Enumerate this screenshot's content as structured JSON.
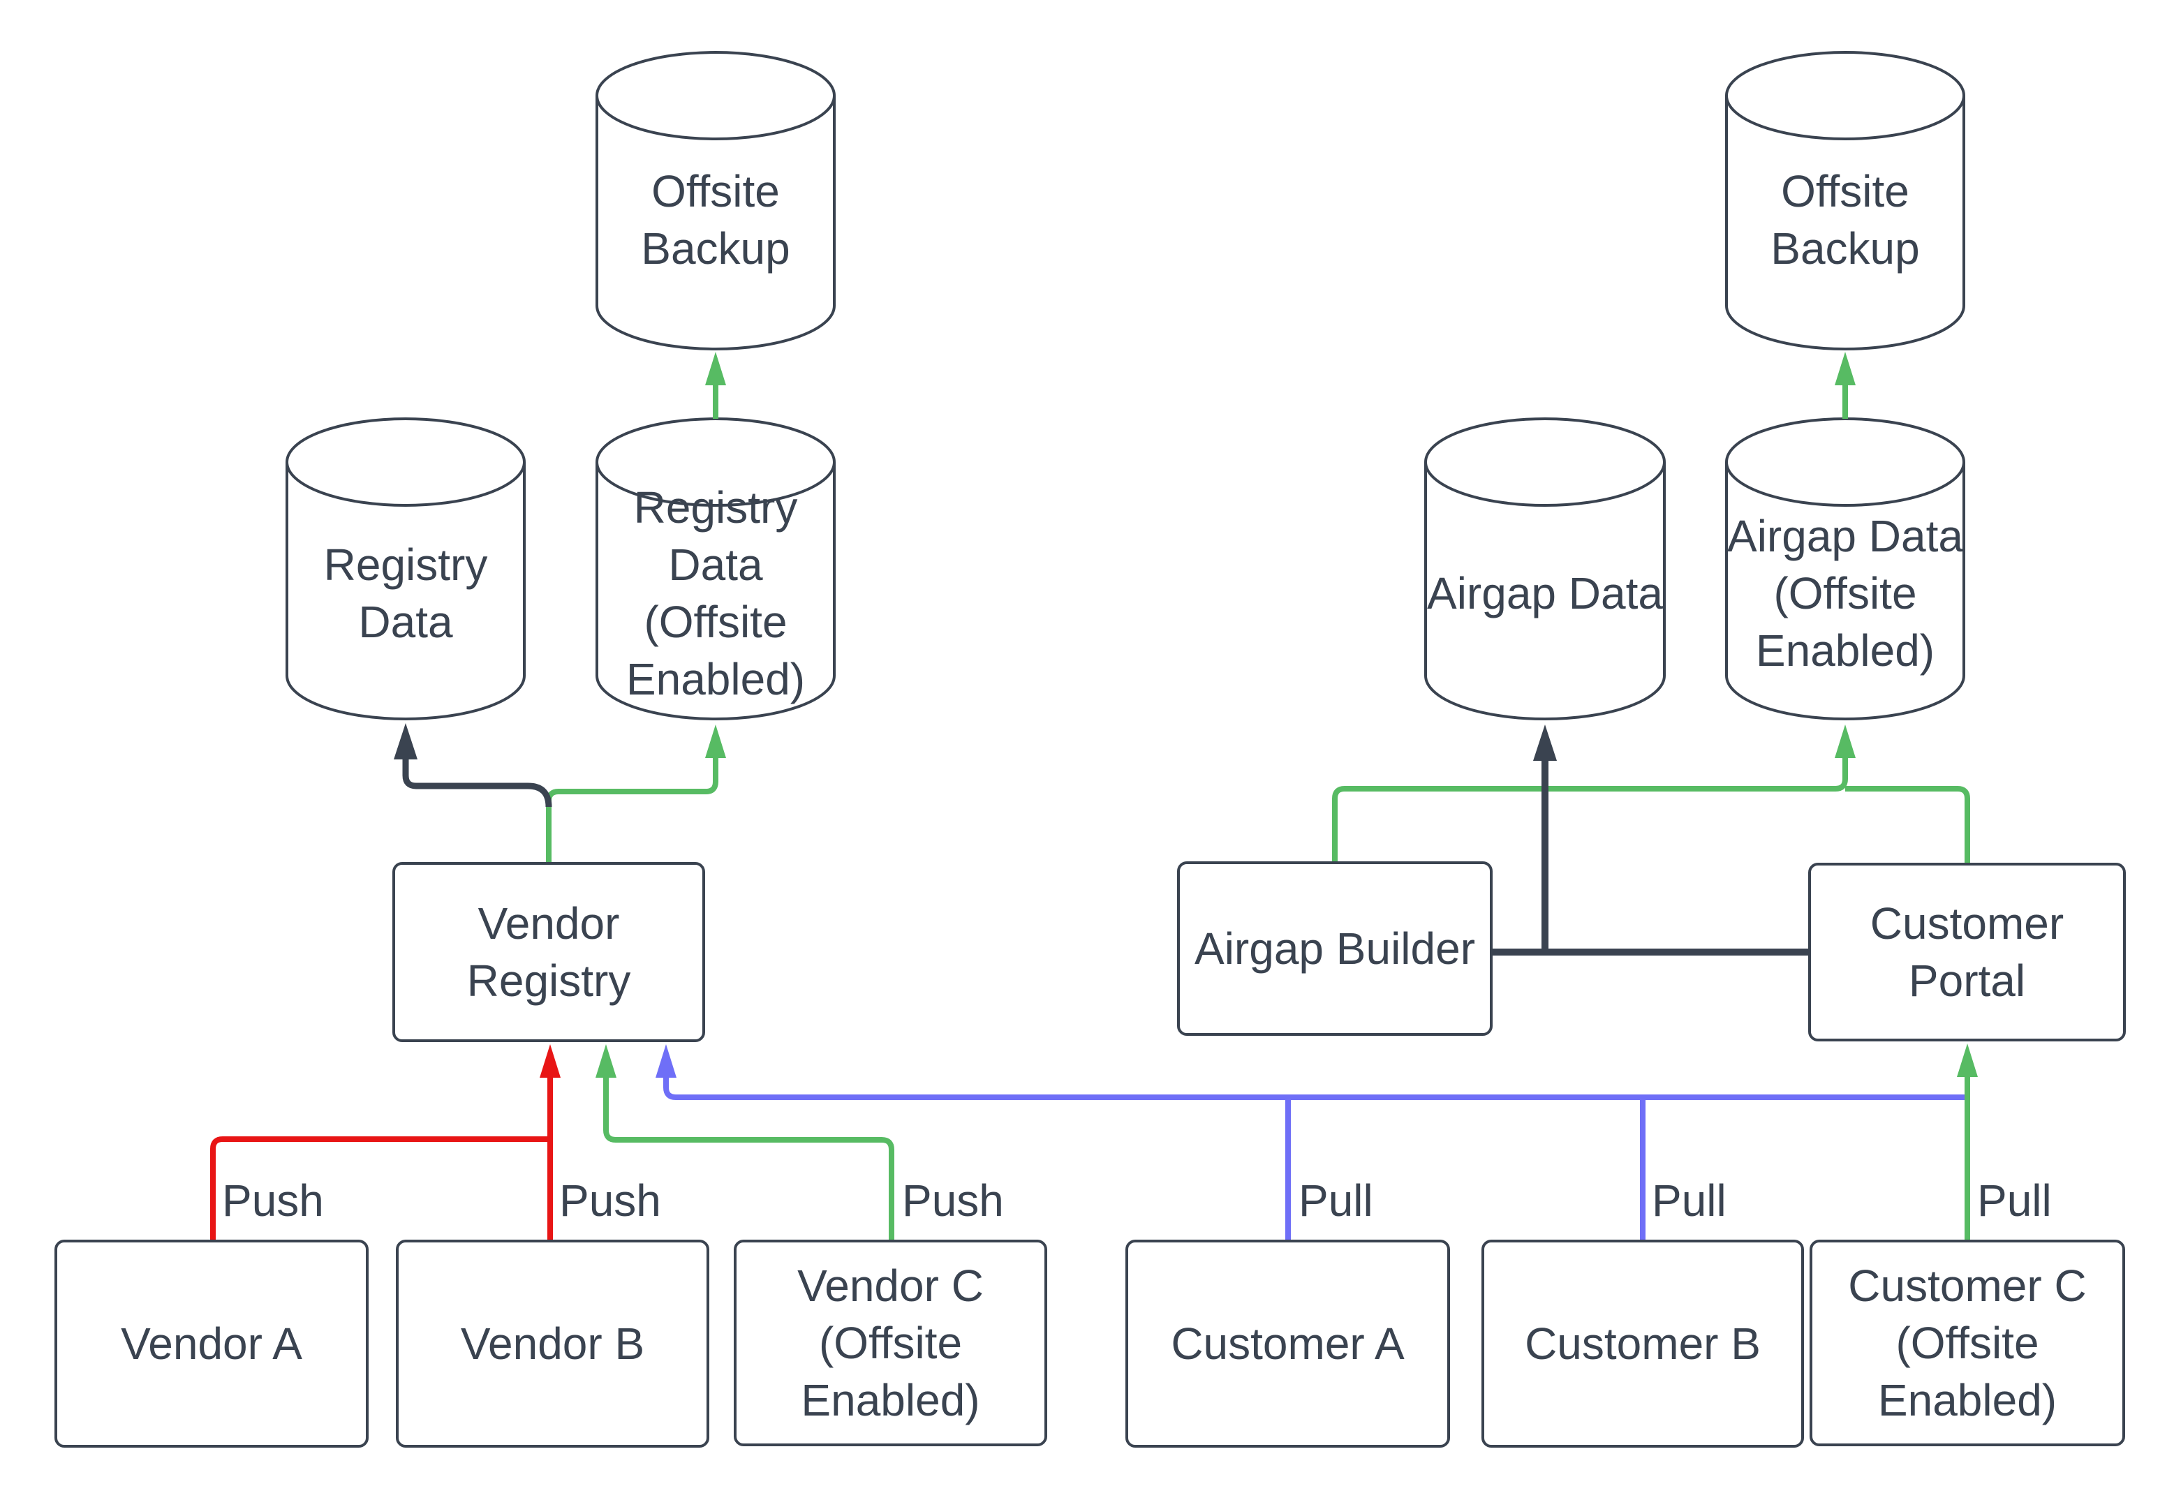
{
  "colors": {
    "dark": "#3A4350",
    "red": "#E81515",
    "green": "#57BB63",
    "blue": "#6F6FF7",
    "background": "#FFFFFF"
  },
  "nodes": {
    "offsite_backup_left": {
      "label": "Offsite Backup",
      "shape": "cylinder"
    },
    "registry_data": {
      "label": "Registry Data",
      "shape": "cylinder"
    },
    "registry_data_offsite": {
      "label": "Registry Data (Offsite Enabled)",
      "shape": "cylinder"
    },
    "vendor_registry": {
      "label": "Vendor Registry",
      "shape": "box"
    },
    "vendor_a": {
      "label": "Vendor A",
      "shape": "box"
    },
    "vendor_b": {
      "label": "Vendor B",
      "shape": "box"
    },
    "vendor_c": {
      "label": "Vendor C (Offsite Enabled)",
      "shape": "box"
    },
    "offsite_backup_right": {
      "label": "Offsite Backup",
      "shape": "cylinder"
    },
    "airgap_data": {
      "label": "Airgap Data",
      "shape": "cylinder"
    },
    "airgap_data_offsite": {
      "label": "Airgap Data (Offsite Enabled)",
      "shape": "cylinder"
    },
    "airgap_builder": {
      "label": "Airgap Builder",
      "shape": "box"
    },
    "customer_portal": {
      "label": "Customer Portal",
      "shape": "box"
    },
    "customer_a": {
      "label": "Customer A",
      "shape": "box"
    },
    "customer_b": {
      "label": "Customer B",
      "shape": "box"
    },
    "customer_c": {
      "label": "Customer C (Offsite Enabled)",
      "shape": "box"
    }
  },
  "edge_labels": {
    "push_a": "Push",
    "push_b": "Push",
    "push_c": "Push",
    "pull_a": "Pull",
    "pull_b": "Pull",
    "pull_c": "Pull"
  }
}
